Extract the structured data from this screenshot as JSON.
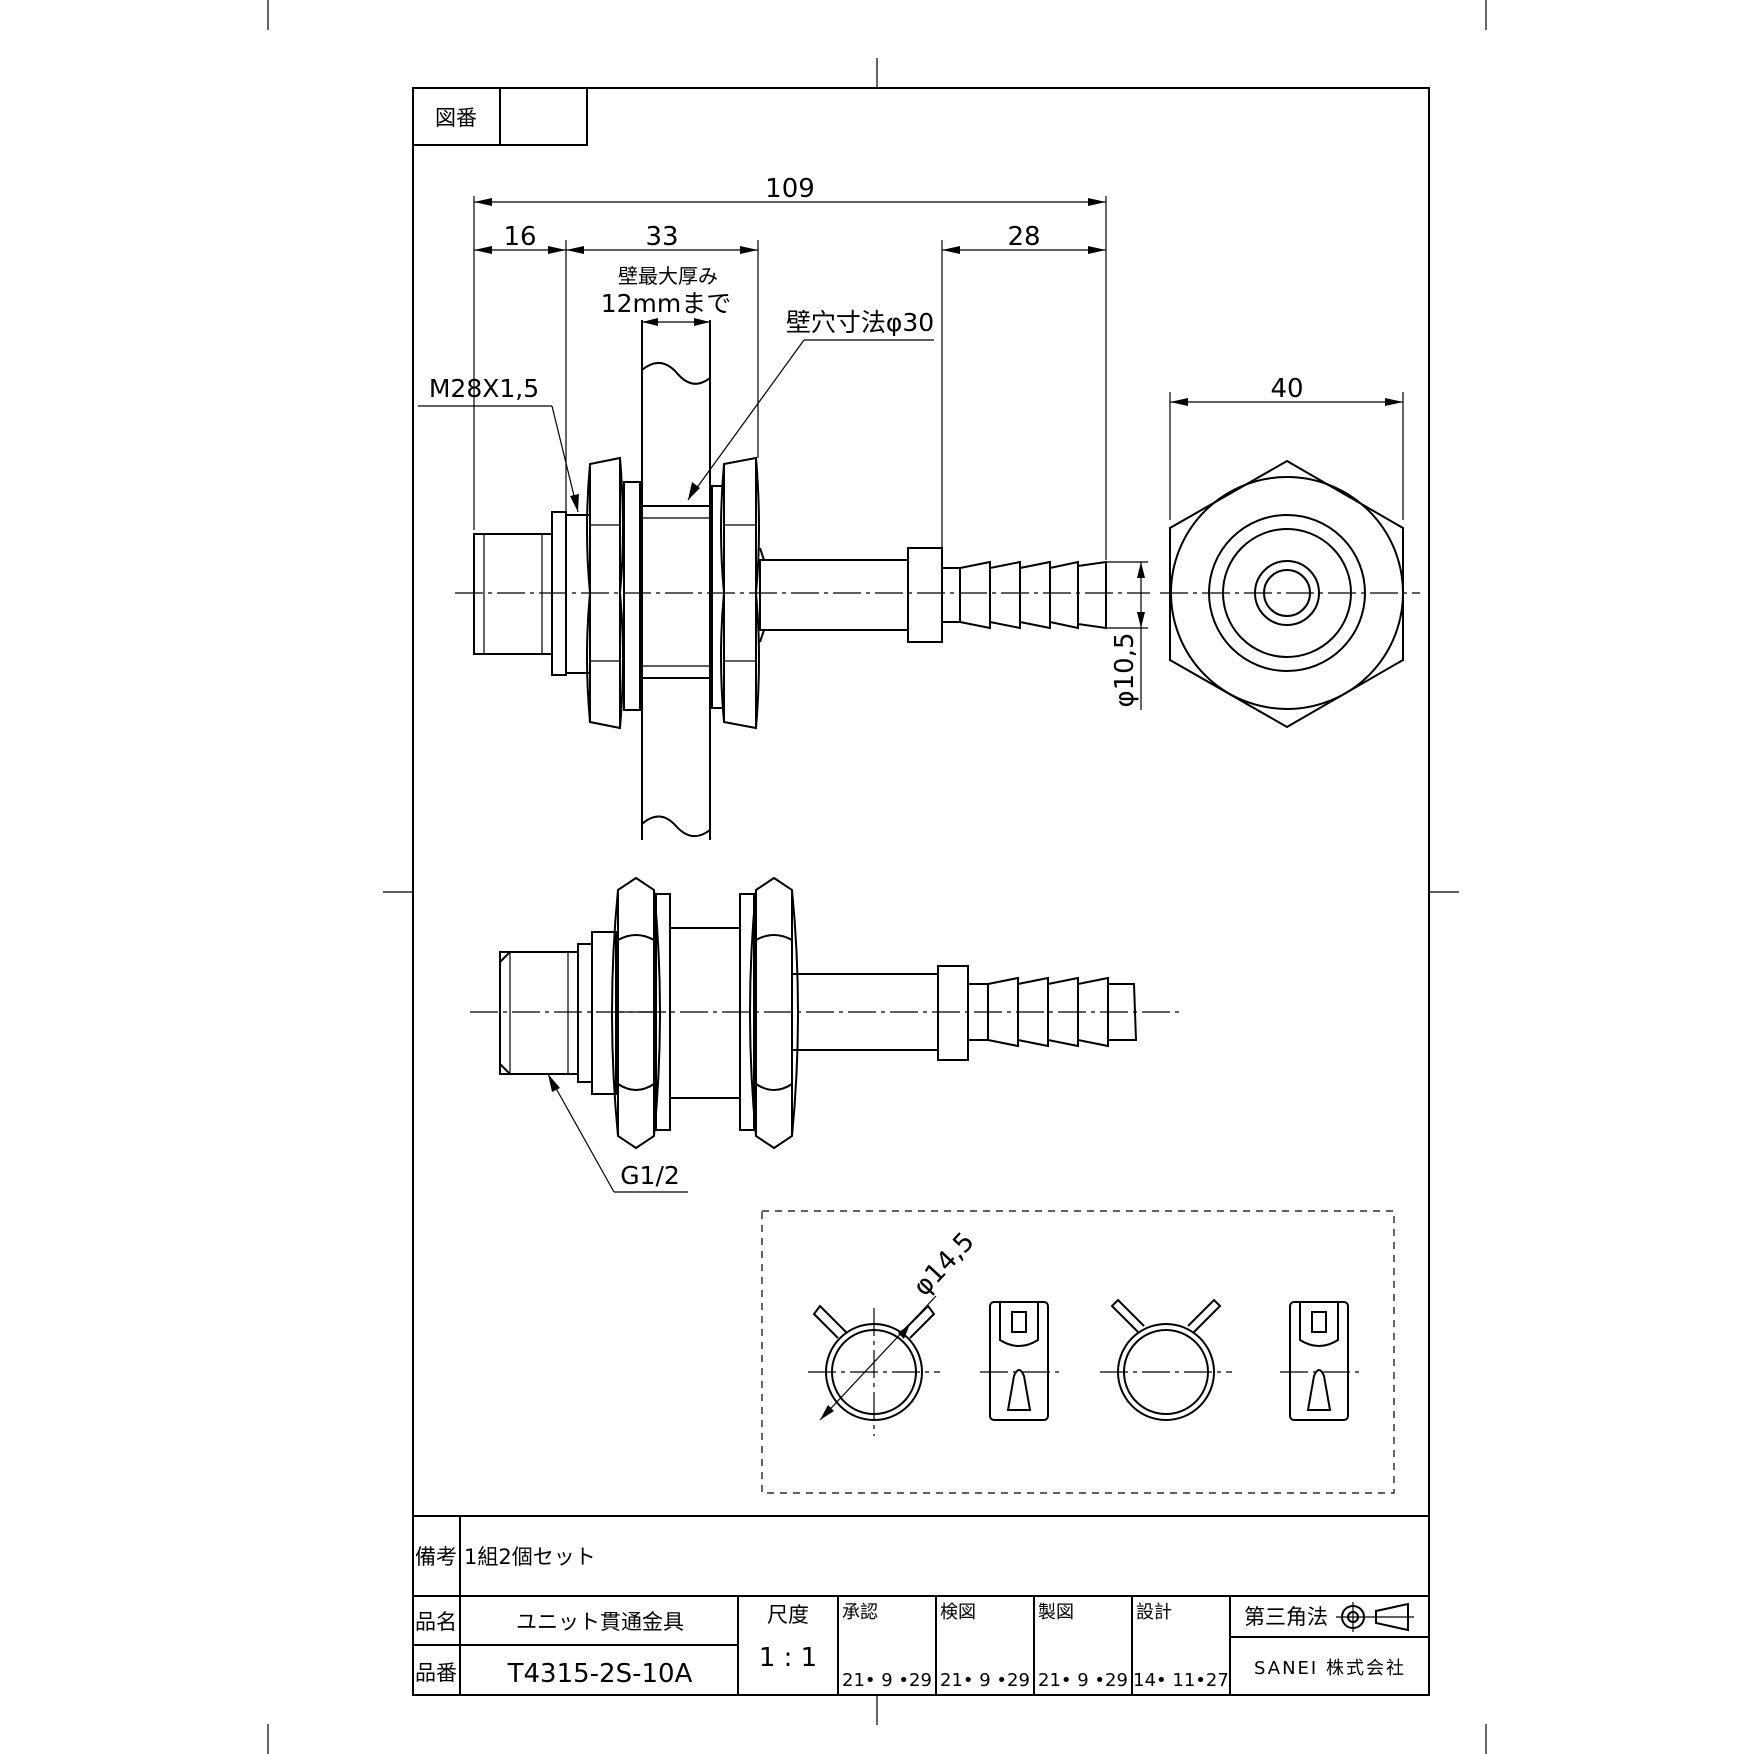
{
  "title_block": {
    "drawing_number_label": "図番",
    "drawing_number_value": "",
    "remarks_label": "備考",
    "remarks_value": "1組2個セット",
    "product_name_label": "品名",
    "product_name_value": "ユニット貫通金具",
    "product_number_label": "品番",
    "product_number_value": "T4315-2S-10A",
    "scale_label": "尺度",
    "scale_value": "1 : 1",
    "approved_label": "承認",
    "approved_date": "21• 9 •29",
    "checked_label": "検図",
    "checked_date": "21• 9 •29",
    "drawn_label": "製図",
    "drawn_date": "21• 9 •29",
    "designed_label": "設計",
    "designed_date": "14• 11•27",
    "projection_label": "第三角法",
    "company": "SANEI 株式会社"
  },
  "dimensions": {
    "overall_length": "109",
    "thread_length": "16",
    "body_length": "33",
    "hose_length": "28",
    "hex_width": "40",
    "hose_diameter": "φ10,5",
    "clamp_diameter": "φ14,5"
  },
  "annotations": {
    "wall_max_line1": "壁最大厚み",
    "wall_max_line2": "12mmまで",
    "wall_hole": "壁穴寸法φ30",
    "thread_spec": "M28X1,5",
    "pipe_thread": "G1/2"
  }
}
